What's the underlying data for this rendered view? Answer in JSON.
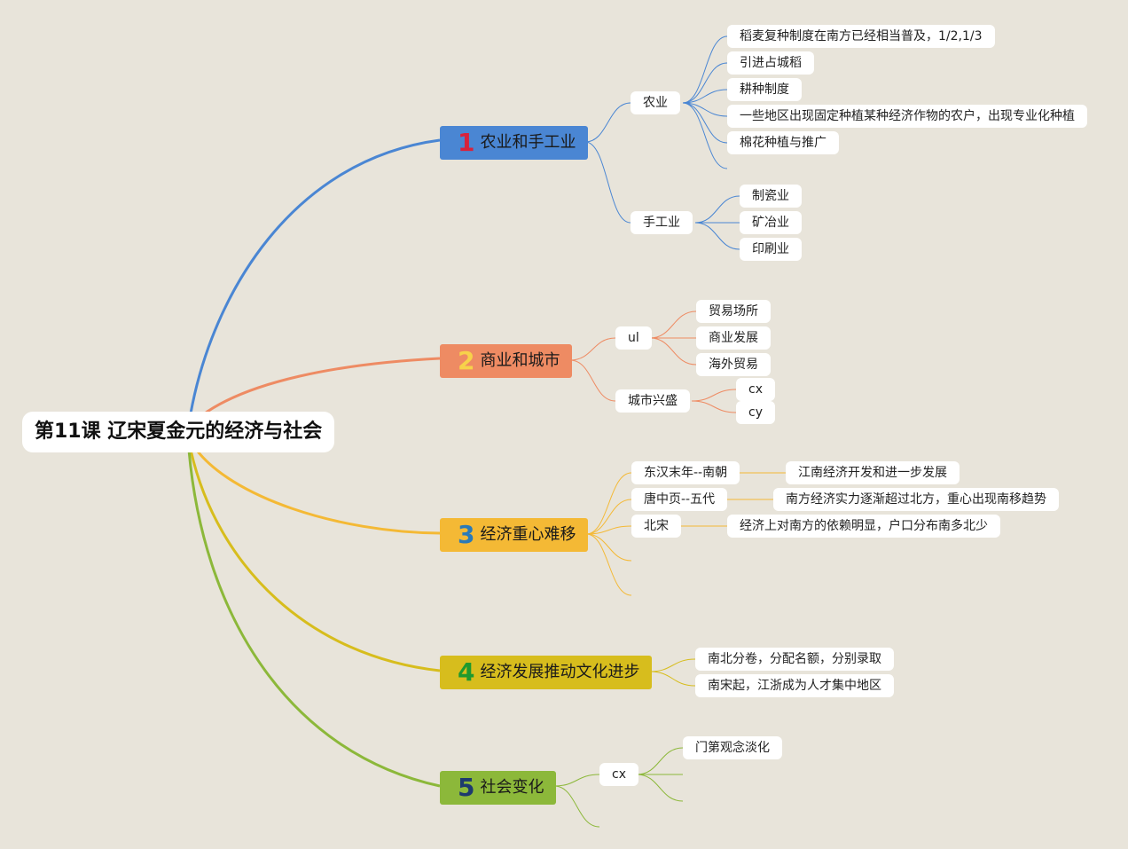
{
  "root": {
    "title": "第11课 辽宋夏金元的经济与社会"
  },
  "branches": [
    {
      "num": "1",
      "label": "农业和手工业",
      "color": "#4a86d3",
      "num_color": "#d8223c",
      "groups": [
        {
          "label": "农业",
          "items": [
            "稻麦复种制度在南方已经相当普及，1/2,1/3",
            "引进占城稻",
            "耕种制度",
            "一些地区出现固定种植某种经济作物的农户，出现专业化种植",
            "棉花种植与推广"
          ]
        },
        {
          "label": "手工业",
          "items": [
            "制瓷业",
            "矿冶业",
            "印刷业"
          ]
        }
      ]
    },
    {
      "num": "2",
      "label": "商业和城市",
      "color": "#ee8b63",
      "num_color": "#f7d24a",
      "groups": [
        {
          "label": "ul",
          "items": [
            "贸易场所",
            "商业发展",
            "海外贸易"
          ]
        },
        {
          "label": "城市兴盛",
          "items": [
            "cx",
            "cy"
          ]
        }
      ]
    },
    {
      "num": "3",
      "label": "经济重心难移",
      "color": "#f4b935",
      "num_color": "#2a7ab8",
      "groups": [
        {
          "label": "东汉末年--南朝",
          "items": [
            "江南经济开发和进一步发展"
          ]
        },
        {
          "label": "唐中页--五代",
          "items": [
            "南方经济实力逐渐超过北方，重心出现南移趋势"
          ]
        },
        {
          "label": "北宋",
          "items": [
            "经济上对南方的依赖明显，户口分布南多北少"
          ]
        }
      ]
    },
    {
      "num": "4",
      "label": "经济发展推动文化进步",
      "color": "#d7bd1d",
      "num_color": "#1e9a2e",
      "items": [
        "南北分卷，分配名额，分别录取",
        "南宋起，江浙成为人才集中地区"
      ]
    },
    {
      "num": "5",
      "label": "社会变化",
      "color": "#8cb83a",
      "num_color": "#1e3a6e",
      "groups": [
        {
          "label": "cx",
          "items": [
            "门第观念淡化"
          ]
        }
      ]
    }
  ]
}
